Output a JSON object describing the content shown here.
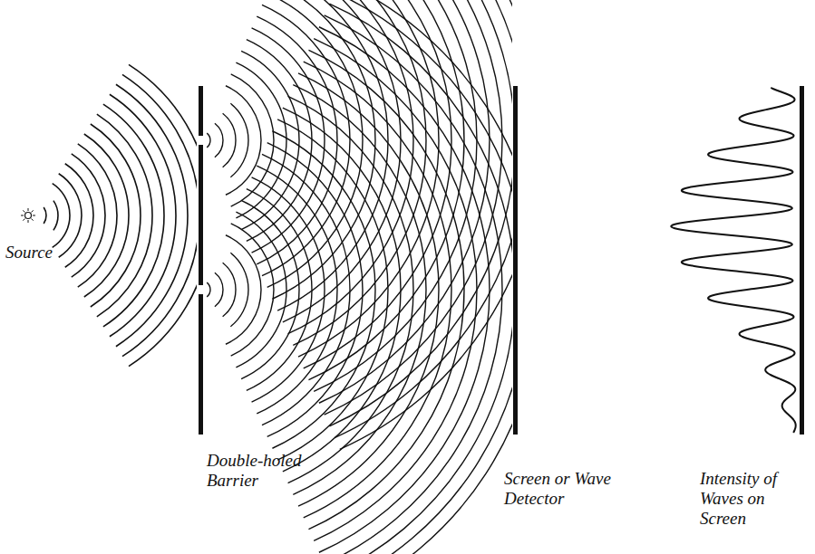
{
  "diagram": {
    "labels": [
      "Source",
      "Double-holed Barrier",
      "Screen or Wave Detector",
      "Intensity of Waves on Screen"
    ]
  }
}
